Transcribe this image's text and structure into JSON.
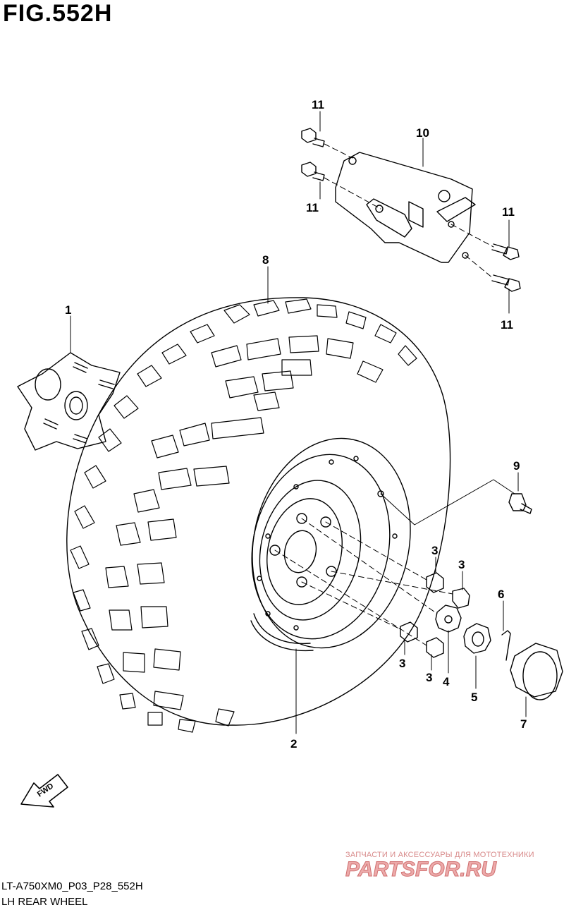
{
  "figure": {
    "title": "FIG.552H",
    "code": "LT-A750XM0_P03_P28_552H",
    "name": "LH REAR WHEEL",
    "fwd_label": "FWD"
  },
  "callouts": {
    "c1": "1",
    "c2": "2",
    "c3a": "3",
    "c3b": "3",
    "c3c": "3",
    "c3d": "3",
    "c4": "4",
    "c5": "5",
    "c6": "6",
    "c7": "7",
    "c8": "8",
    "c9": "9",
    "c10": "10",
    "c11a": "11",
    "c11b": "11",
    "c11c": "11",
    "c11d": "11"
  },
  "watermark": {
    "tagline": "ЗАПЧАСТИ И АКСЕССУАРЫ ДЛЯ МОТОТЕХНИКИ",
    "logo_text": "PARTSFOR.RU",
    "color": "#e07070"
  },
  "icons": {
    "fwd": "fwd-arrow-icon",
    "hub": "wheel-hub-icon",
    "tire": "tire-icon",
    "bracket": "bracket-icon"
  }
}
